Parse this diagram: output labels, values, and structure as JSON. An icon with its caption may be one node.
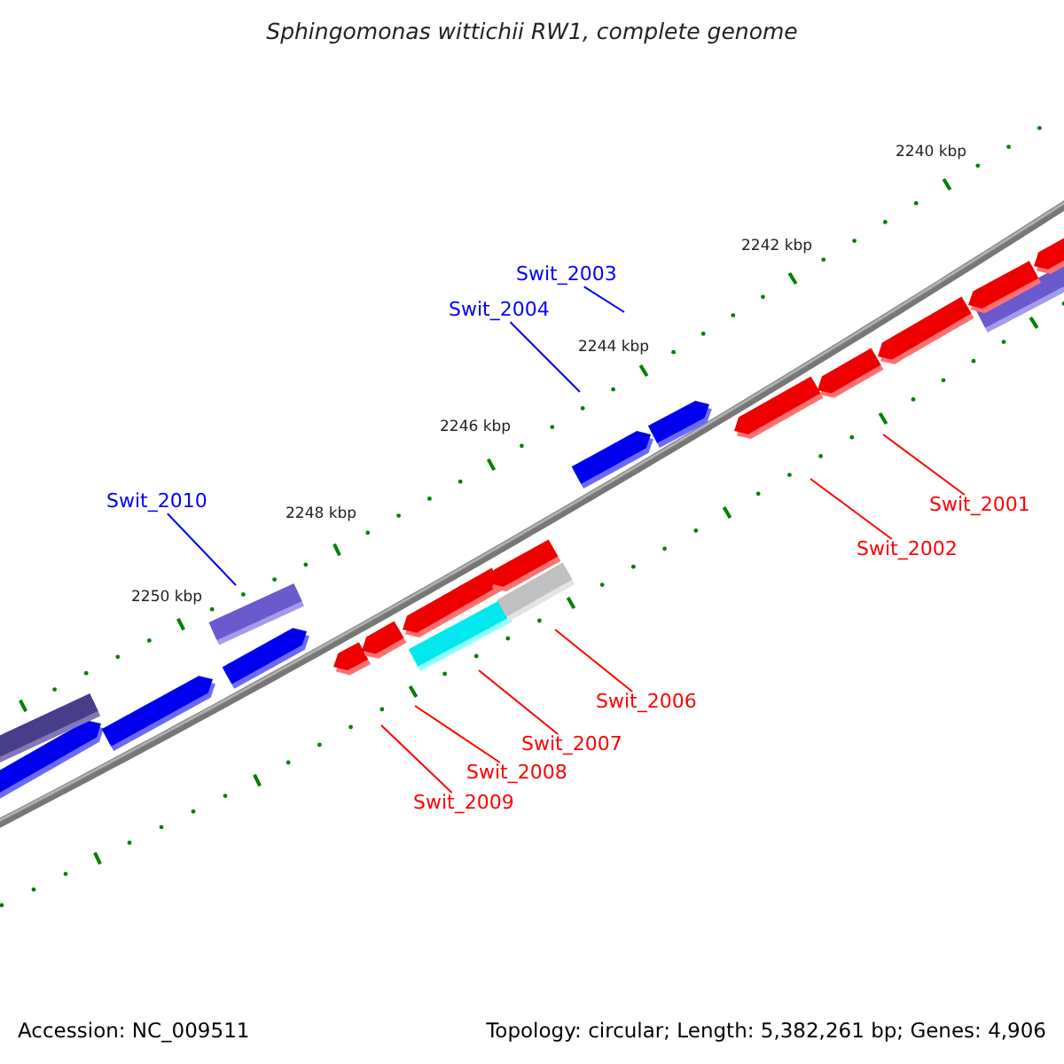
{
  "diagram": {
    "title": "Sphingomonas wittichii RW1, complete genome",
    "nodes": [
      {
        "text": [
          "Swit_2003"
        ]
      },
      {
        "text": [
          "Swit_2004"
        ]
      },
      {
        "text": [
          "Swit_2010"
        ]
      },
      {
        "text": [
          "Swit_2001"
        ]
      },
      {
        "text": [
          "Swit_2002"
        ]
      },
      {
        "text": [
          "Swit_2006"
        ]
      },
      {
        "text": [
          "Swit_2007"
        ]
      },
      {
        "text": [
          "Swit_2008"
        ]
      },
      {
        "text": [
          "Swit_2009"
        ]
      }
    ],
    "edges": [
      {
        "from": 0,
        "to": null,
        "arrow": "none",
        "color": "#0000ff"
      },
      {
        "from": 1,
        "to": null,
        "arrow": "none",
        "color": "#0000ff"
      },
      {
        "from": 2,
        "to": null,
        "arrow": "none",
        "color": "#0000ff"
      },
      {
        "from": 3,
        "to": null,
        "arrow": "none"
      },
      {
        "from": 4,
        "to": null,
        "arrow": "none"
      },
      {
        "from": 5,
        "to": null,
        "arrow": "none"
      },
      {
        "from": 6,
        "to": null,
        "arrow": "none"
      },
      {
        "from": 7,
        "to": null,
        "arrow": "none"
      },
      {
        "from": 8,
        "to": null,
        "arrow": "none"
      }
    ],
    "labels": [
      "2240 kbp",
      "2242 kbp",
      "2244 kbp",
      "2246 kbp",
      "2248 kbp",
      "2250 kbp",
      "Accession: NC_009511",
      "Topology: circular; Length: 5,382,261 bp; Genes: 4,906"
    ]
  }
}
